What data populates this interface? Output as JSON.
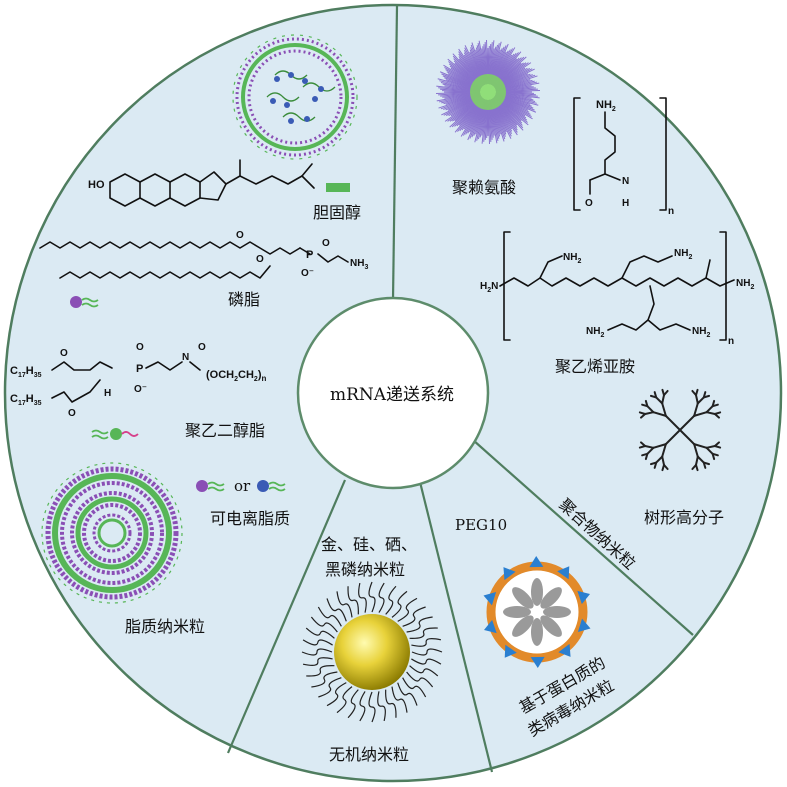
{
  "center_label": "mRNA递送系统",
  "labels": {
    "cholesterol": "胆固醇",
    "phospholipid": "磷脂",
    "peg_lipid": "聚乙二醇脂",
    "ionizable_lipid": "可电离脂质",
    "or": "or",
    "lipid_nanoparticle": "脂质纳米粒",
    "inorganic_line1": "金、硅、硒、",
    "inorganic_line2": "黑磷纳米粒",
    "inorganic_nanoparticle": "无机纳米粒",
    "peg10": "PEG10",
    "protein_vlp_line1": "基于蛋白质的",
    "protein_vlp_line2": "类病毒纳米粒",
    "polymer_nanoparticle": "聚合物纳米粒",
    "polylysine": "聚赖氨酸",
    "pei": "聚乙烯亚胺",
    "dendrimer": "树形高分子"
  },
  "chem": {
    "ho": "HO",
    "nh3": "NH",
    "nh3_sub": "3",
    "c17h35": "C",
    "c17h35_sub": "17",
    "c17h35_h": "H",
    "c17h35_sub2": "35",
    "peg_repeat": "(OCH",
    "peg_repeat_sub": "2",
    "peg_repeat_end": "CH",
    "peg_repeat_sub2": "2",
    "peg_repeat_close": ")",
    "n": "n",
    "nh2": "NH",
    "nh2_sub": "2",
    "h2n": "H",
    "h2n_sub": "2",
    "h2n_n": "N",
    "o": "O",
    "p": "P",
    "h": "H",
    "nh": "N",
    "minus_o": "O⁻"
  },
  "colors": {
    "panel_fill": "#dbeaf3",
    "divider": "#4f7d5f",
    "center_ring": "#5d8c6b",
    "lipid_head": "#8a4fb5",
    "lipid_tail": "#57b657",
    "ionizable_head": "#3a5bb5",
    "gold": "#c9b400",
    "vlp_ring": "#e28a2a",
    "vlp_spike": "#2a7fd0",
    "polymer_purple": "#7a5ec8"
  }
}
